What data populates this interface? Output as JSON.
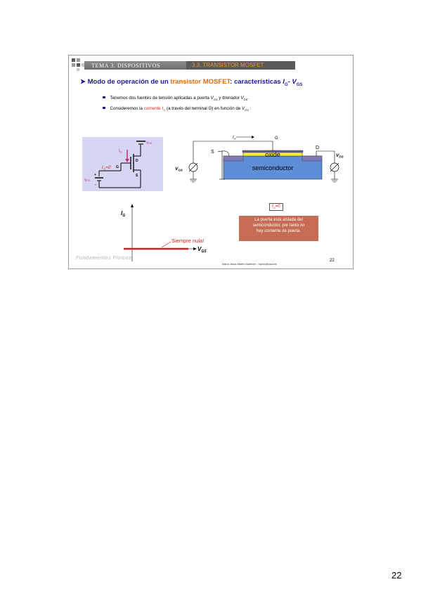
{
  "header": {
    "left": "TEMA 3. DISPOSITIVOS",
    "right": "3.3. TRANSISTOR MOSFET"
  },
  "title": {
    "prefix": "➤ Modo de operación de un ",
    "highlight": "transistor MOSFET",
    "mid": ": características ",
    "i": "I",
    "i_sub": "G",
    "dash": "- ",
    "v": "V",
    "v_sub": "GS"
  },
  "bullets": [
    {
      "pre": "Tenemos dos fuentes de tensión aplicadas a puerta ",
      "v1": "V",
      "v1s": "GS",
      "mid": " y drenador ",
      "v2": "V",
      "v2s": "DS",
      "post": "."
    },
    {
      "pre": "Consideremos la ",
      "red": "corriente ",
      "ri": "I",
      "ris": "G",
      "mid": " (a través del terminal G) en función de ",
      "v": "V",
      "vs": "GS",
      "post": " :"
    }
  ],
  "circuit": {
    "vgs_top": "V",
    "vgs_top_sub": "GS",
    "ig": "I",
    "ig_sub": "G",
    "ig_eq": "I",
    "ig_eq_sub": "G",
    "ig_eq_val": "=0",
    "g_label": "G",
    "d_label": "D",
    "s_label": "S",
    "vgs_left": "V",
    "vgs_left_sub": "GS",
    "plus": "+",
    "minus": "-"
  },
  "device": {
    "ig": "I",
    "ig_sub": "G",
    "g": "G",
    "s": "S",
    "d": "D",
    "oxide": "oxide",
    "semiconductor": "semiconductor",
    "vgs": "V",
    "vgs_sub": "GS",
    "vds": "V",
    "vds_sub": "DS"
  },
  "plot": {
    "ylabel": "I",
    "ylabel_sub": "G",
    "xlabel": "V",
    "xlabel_sub": "GS",
    "annotation": "Siempre nula!"
  },
  "note": {
    "ig": "I",
    "ig_sub": "G",
    "ig_val": "=0",
    "line1": "La puerta está aislada del",
    "line2": "semiconductor, por tanto no",
    "line3": "hay corriente de puerta."
  },
  "footer": {
    "logo": "Fundamentos Físicos",
    "author": "María Jesús Martín Martínez : mjmm@usal.es",
    "slide_number": "22"
  },
  "page_number": "22",
  "colors": {
    "title_blue": "#1a1a9c",
    "orange": "#e06a10",
    "red": "#e0221d",
    "oxide": "#f3ec3a",
    "semiconductor": "#5d8ed6",
    "note_bg": "#c66b54",
    "circuit_bg": "#d6d6f2"
  }
}
